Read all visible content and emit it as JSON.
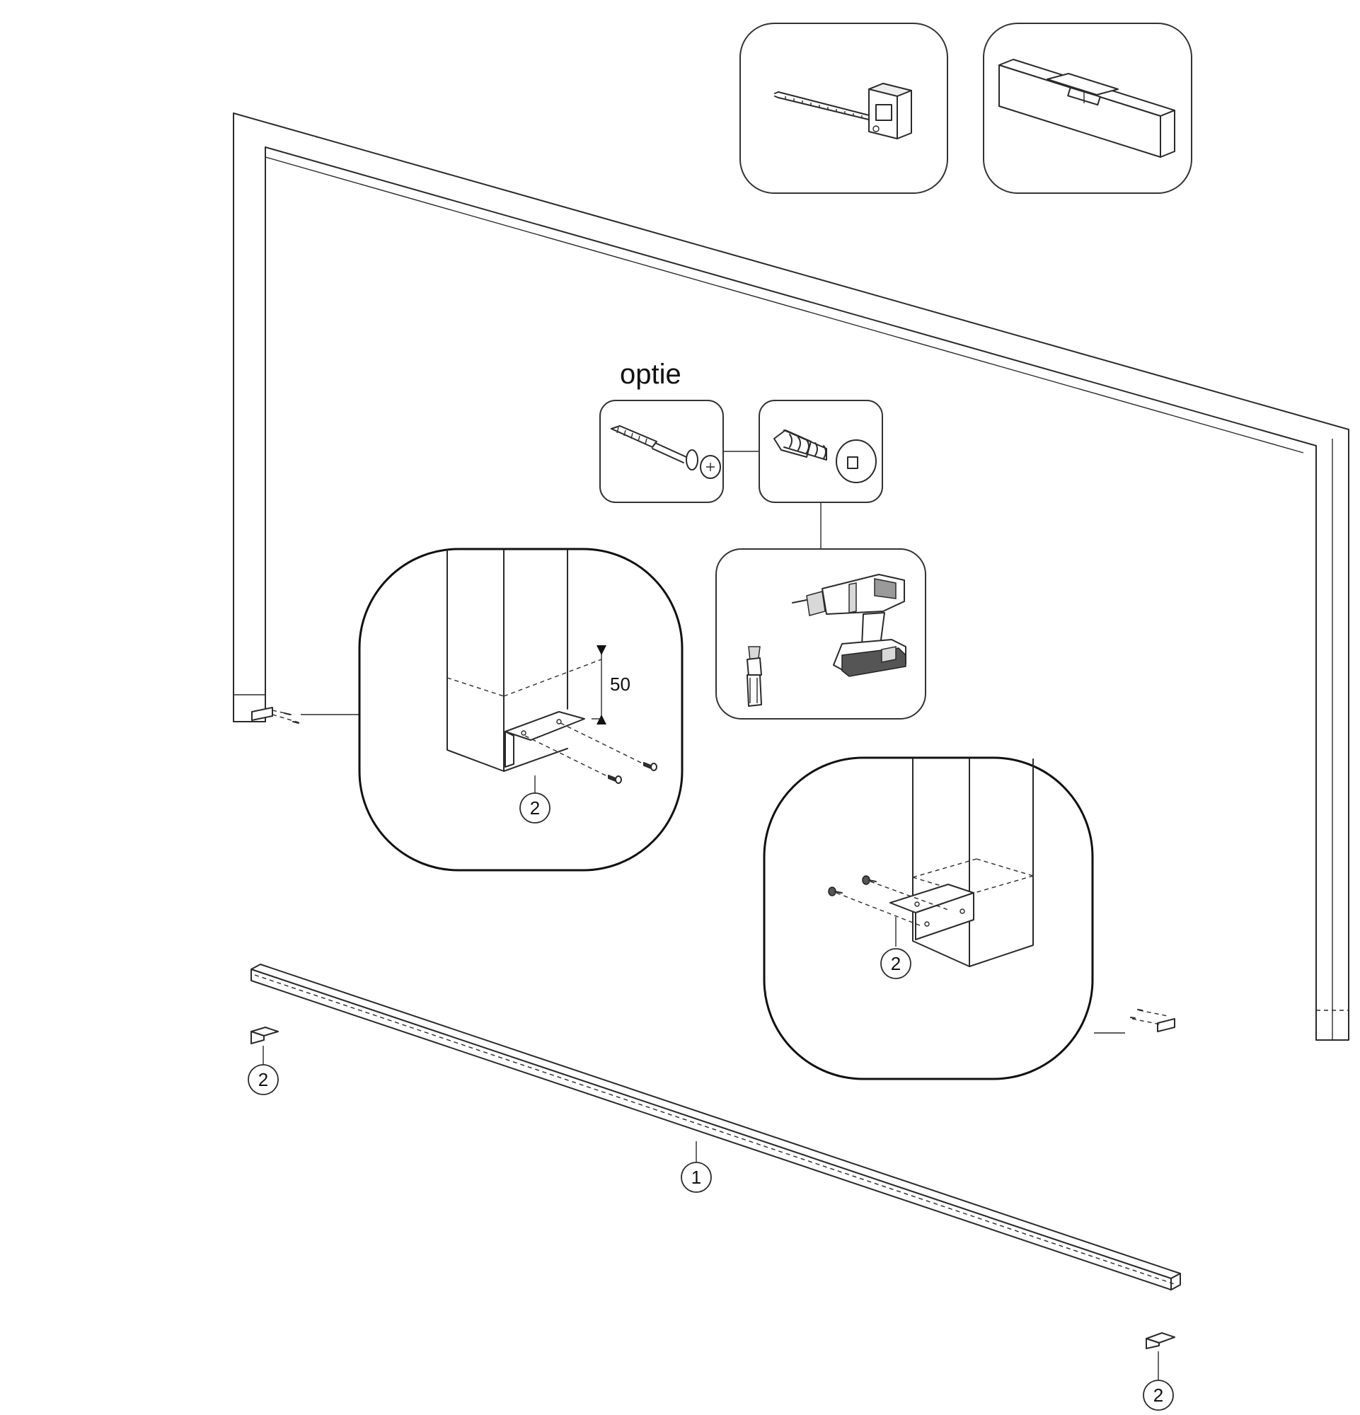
{
  "heading": "optie",
  "dimension": {
    "value": "50"
  },
  "callouts": {
    "rail": "1",
    "bracket_detail_left": "2",
    "bracket_detail_right": "2",
    "bracket_loose_left": "2",
    "bracket_loose_right": "2"
  },
  "icons": {
    "tools": [
      "tape-measure-icon",
      "spirit-level-icon"
    ],
    "options": [
      "wall-plug-screw-icon",
      "self-drilling-screw-icon",
      "cordless-drill-icon",
      "screwdriver-bit-icon"
    ]
  }
}
